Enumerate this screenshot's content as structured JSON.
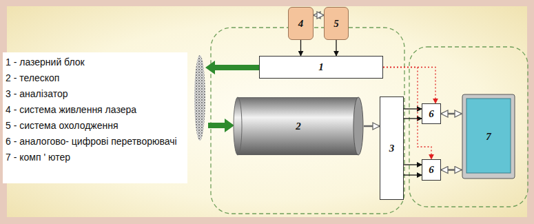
{
  "diagram": {
    "nodes": [
      {
        "text": [
          "4"
        ]
      },
      {
        "text": [
          "5"
        ]
      },
      {
        "text": [
          "1"
        ]
      },
      {
        "text": [
          "2"
        ]
      },
      {
        "text": [
          "3"
        ]
      },
      {
        "text": [
          "6"
        ]
      },
      {
        "text": [
          "6"
        ]
      },
      {
        "text": [
          "7"
        ]
      }
    ],
    "edges": [
      {
        "from": 0,
        "to": 1,
        "arrow": "both"
      },
      {
        "from": 0,
        "to": 2,
        "arrow": "to"
      },
      {
        "from": 1,
        "to": 2,
        "arrow": "to"
      },
      {
        "from": 3,
        "to": 4,
        "arrow": "to"
      },
      {
        "from": 4,
        "to": 5,
        "arrow": "to"
      },
      {
        "from": 4,
        "to": 5,
        "arrow": "to"
      },
      {
        "from": 4,
        "to": 6,
        "arrow": "to"
      },
      {
        "from": 4,
        "to": 6,
        "arrow": "to"
      },
      {
        "from": 2,
        "to": 5,
        "arrow": "to"
      },
      {
        "from": 2,
        "to": 6,
        "arrow": "to"
      },
      {
        "from": 5,
        "to": 7,
        "arrow": "both"
      },
      {
        "from": 6,
        "to": 7,
        "arrow": "both"
      }
    ],
    "labels": [
      "1 - лазерний блок",
      "2 - телескоп",
      "3 - аналізатор",
      "4 - система живлення лазера",
      "5 - система охолодження",
      "6 - аналогово- цифрові перетворювачі",
      "7 - комп ' ютер"
    ]
  }
}
